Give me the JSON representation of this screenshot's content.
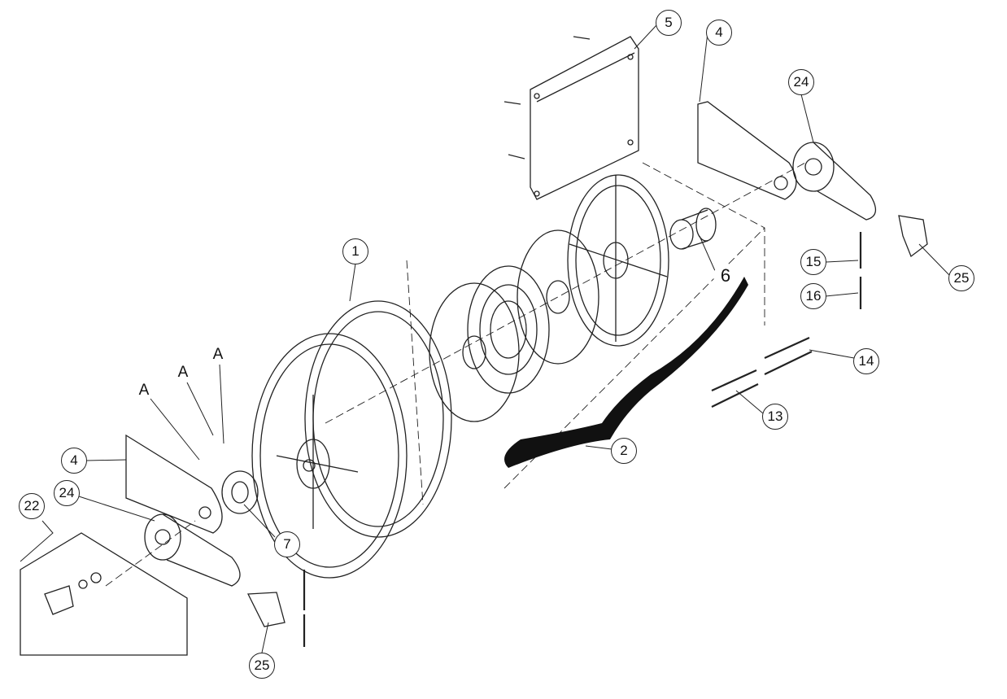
{
  "diagram": {
    "type": "exploded parts diagram",
    "callouts": [
      {
        "id": "c1",
        "label": "1"
      },
      {
        "id": "c2",
        "label": "2"
      },
      {
        "id": "c4a",
        "label": "4"
      },
      {
        "id": "c4b",
        "label": "4"
      },
      {
        "id": "c5",
        "label": "5"
      },
      {
        "id": "c6",
        "label": "6"
      },
      {
        "id": "c7",
        "label": "7"
      },
      {
        "id": "c13",
        "label": "13"
      },
      {
        "id": "c14",
        "label": "14"
      },
      {
        "id": "c15",
        "label": "15"
      },
      {
        "id": "c16",
        "label": "16"
      },
      {
        "id": "c22",
        "label": "22"
      },
      {
        "id": "c24a",
        "label": "24"
      },
      {
        "id": "c24b",
        "label": "24"
      },
      {
        "id": "c25a",
        "label": "25"
      },
      {
        "id": "c25b",
        "label": "25"
      }
    ],
    "letters": [
      "A",
      "A",
      "A"
    ]
  }
}
